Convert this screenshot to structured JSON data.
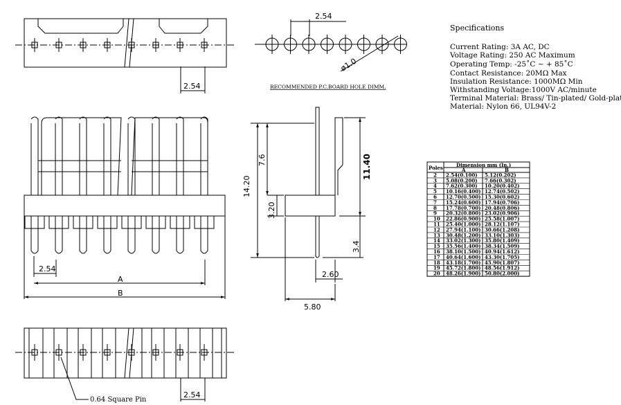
{
  "hole_pattern": {
    "pitch": "2.54",
    "hole_dia": "ø1.0",
    "caption": "RECOMMENDED P.C.BOARD HOLE DIMM."
  },
  "top_view": {
    "pitch": "2.54"
  },
  "front_view": {
    "pitch": "2.54",
    "dim_a": "A",
    "dim_b": "B"
  },
  "side_view": {
    "h_total": "14.20",
    "h_upper": "7.6",
    "h_body": "3.20",
    "h_right": "11.40",
    "h_pin": "3.4",
    "w_small": "2.60",
    "w_total": "5.80"
  },
  "bottom_view": {
    "pitch": "2.54",
    "pin_label": "0.64 Square Pin"
  },
  "specifications": {
    "title": "Specifications",
    "lines": [
      "Current Rating: 3A AC, DC",
      "Voltage Rating: 250 AC Maximum",
      "Operating Temp: -25˚C ~ + 85˚C",
      "Contact Resistance: 20MΩ Max",
      "Insulation Resistance: 1000MΩ  Min",
      "Withstanding Voltage:1000V AC/minute",
      "Terminal Material: Brass/ Tin-plated/ Gold-plated",
      "Material: Nylon 66, UL94V-2"
    ]
  },
  "dimension_table": {
    "header_poles": "Poles",
    "header_group": "Dimension mm (In.)",
    "header_a": "A",
    "header_b": "B",
    "rows": [
      [
        "2",
        "2.54(0.100)",
        "5.12(0.202)"
      ],
      [
        "3",
        "5.08(0.200)",
        "7.66(0.302)"
      ],
      [
        "4",
        "7.62(0.300)",
        "10.20(0.402)"
      ],
      [
        "5",
        "10.16(0.400)",
        "12.74(0.502)"
      ],
      [
        "6",
        "12.70(0.500)",
        "15.30(0.602)"
      ],
      [
        "7",
        "15.24(0.600)",
        "17.94(0.706)"
      ],
      [
        "8",
        "17.78(0.700)",
        "20.48(0.806)"
      ],
      [
        "9",
        "20.32(0.800)",
        "23.02(0.906)"
      ],
      [
        "10",
        "22.86(0.900)",
        "25.58(1.007)"
      ],
      [
        "11",
        "25.40(1.000)",
        "28.12(1.107)"
      ],
      [
        "12",
        "27.94(1.100)",
        "30.66(1.208)"
      ],
      [
        "13",
        "30.48(1.200)",
        "33.10(1.303)"
      ],
      [
        "14",
        "33.02(1.300)",
        "35.80(1.409)"
      ],
      [
        "15",
        "35.56(1.400)",
        "38.34(1.509)"
      ],
      [
        "16",
        "38.10(1.500)",
        "40.94(1.612)"
      ],
      [
        "17",
        "40.64(1.600)",
        "43.30(1.705)"
      ],
      [
        "18",
        "43.18(1.700)",
        "45.90(1.807)"
      ],
      [
        "19",
        "45.72(1.800)",
        "48.56(1.912)"
      ],
      [
        "20",
        "48.26(1.900)",
        "50.80(2.000)"
      ]
    ]
  }
}
